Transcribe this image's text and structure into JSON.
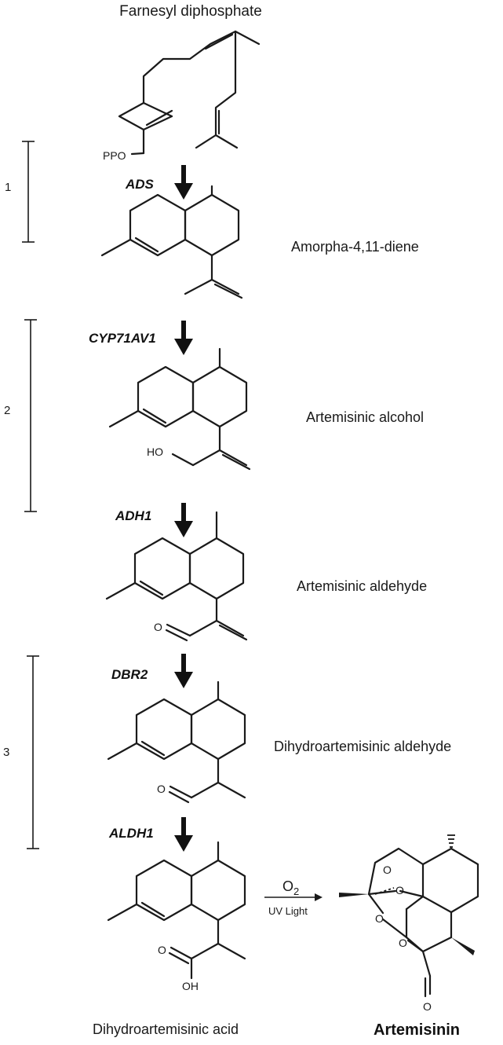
{
  "compounds": {
    "farnesyl": "Farnesyl diphosphate",
    "amorphadiene": "Amorpha-4,11-diene",
    "alcohol": "Artemisinic alcohol",
    "aldehyde": "Artemisinic aldehyde",
    "dihydro_aldehyde": "Dihydroartemisinic aldehyde",
    "dihydro_acid": "Dihydroartemisinic acid",
    "artemisinin": "Artemisinin"
  },
  "enzymes": {
    "ads": "ADS",
    "cyp": "CYP71AV1",
    "adh1": "ADH1",
    "dbr2": "DBR2",
    "aldh1": "ALDH1"
  },
  "steps": {
    "s1": "1",
    "s2": "2",
    "s3": "3"
  },
  "atoms": {
    "ppo": "PPO",
    "ho": "HO",
    "o_aldehyde": "O",
    "o_dihydro_aldehyde": "O",
    "o_acid": "O",
    "oh_acid": "OH",
    "o_art1": "O",
    "o_art2": "O",
    "o_art3": "O",
    "o_art4": "O",
    "o_art5": "O"
  },
  "reaction": {
    "oxidant": "O",
    "oxidant_subscript": "2",
    "condition": "UV Light"
  }
}
